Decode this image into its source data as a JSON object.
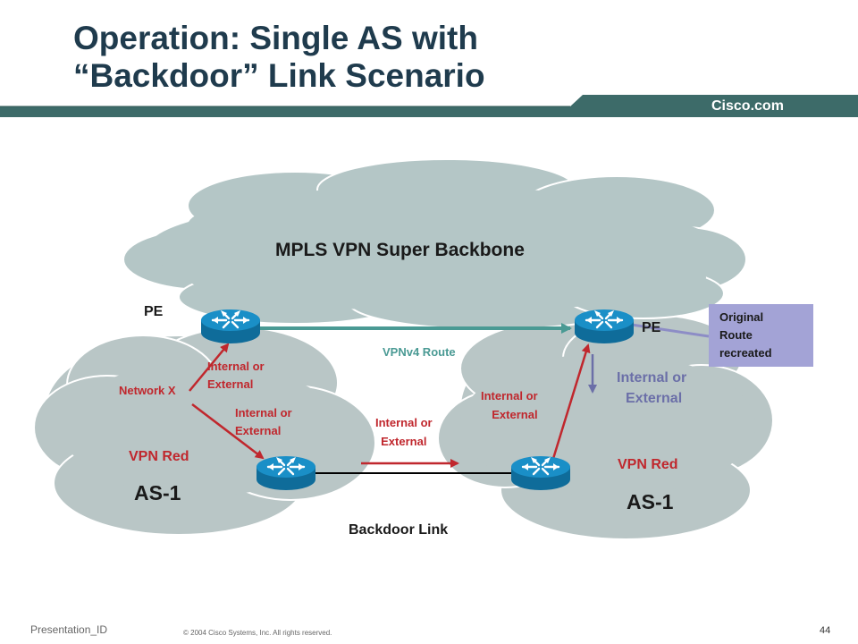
{
  "title": {
    "line1": "Operation: Single AS with",
    "line2": "“Backdoor” Link Scenario"
  },
  "brand": "Cisco.com",
  "colors": {
    "header_bar": "#3d6b69",
    "cloud_backbone": "#b4c6c6",
    "cloud_vpn": "#b9c6c6",
    "label_red": "#c0272d",
    "label_teal": "#4a9a94",
    "label_purple": "#6b6fa8",
    "callout_bg": "#a3a3d6",
    "router_blue": "#1a8fc7"
  },
  "diagram": {
    "backbone_label": "MPLS VPN Super Backbone",
    "left": {
      "pe_label": "PE",
      "network_label": "Network X",
      "internal_external_1": [
        "Internal  or",
        "External"
      ],
      "internal_external_2": [
        "Internal  or",
        "External"
      ],
      "vpn_label": "VPN Red",
      "as_label": "AS-1"
    },
    "right": {
      "pe_label": "PE",
      "internal_external_1": [
        "Internal  or",
        "External"
      ],
      "internal_external_2": [
        "Internal or",
        "External"
      ],
      "vpn_label": "VPN Red",
      "as_label": "AS-1"
    },
    "middle_internal_external": [
      "Internal  or",
      "External"
    ],
    "vpnv4_route": "VPNv4  Route",
    "backdoor_link": "Backdoor Link",
    "callout": [
      "Original",
      "Route",
      "recreated"
    ]
  },
  "footer": {
    "presentation_id": "Presentation_ID",
    "copyright": "© 2004 Cisco Systems, Inc. All rights reserved.",
    "page_number": "44"
  }
}
